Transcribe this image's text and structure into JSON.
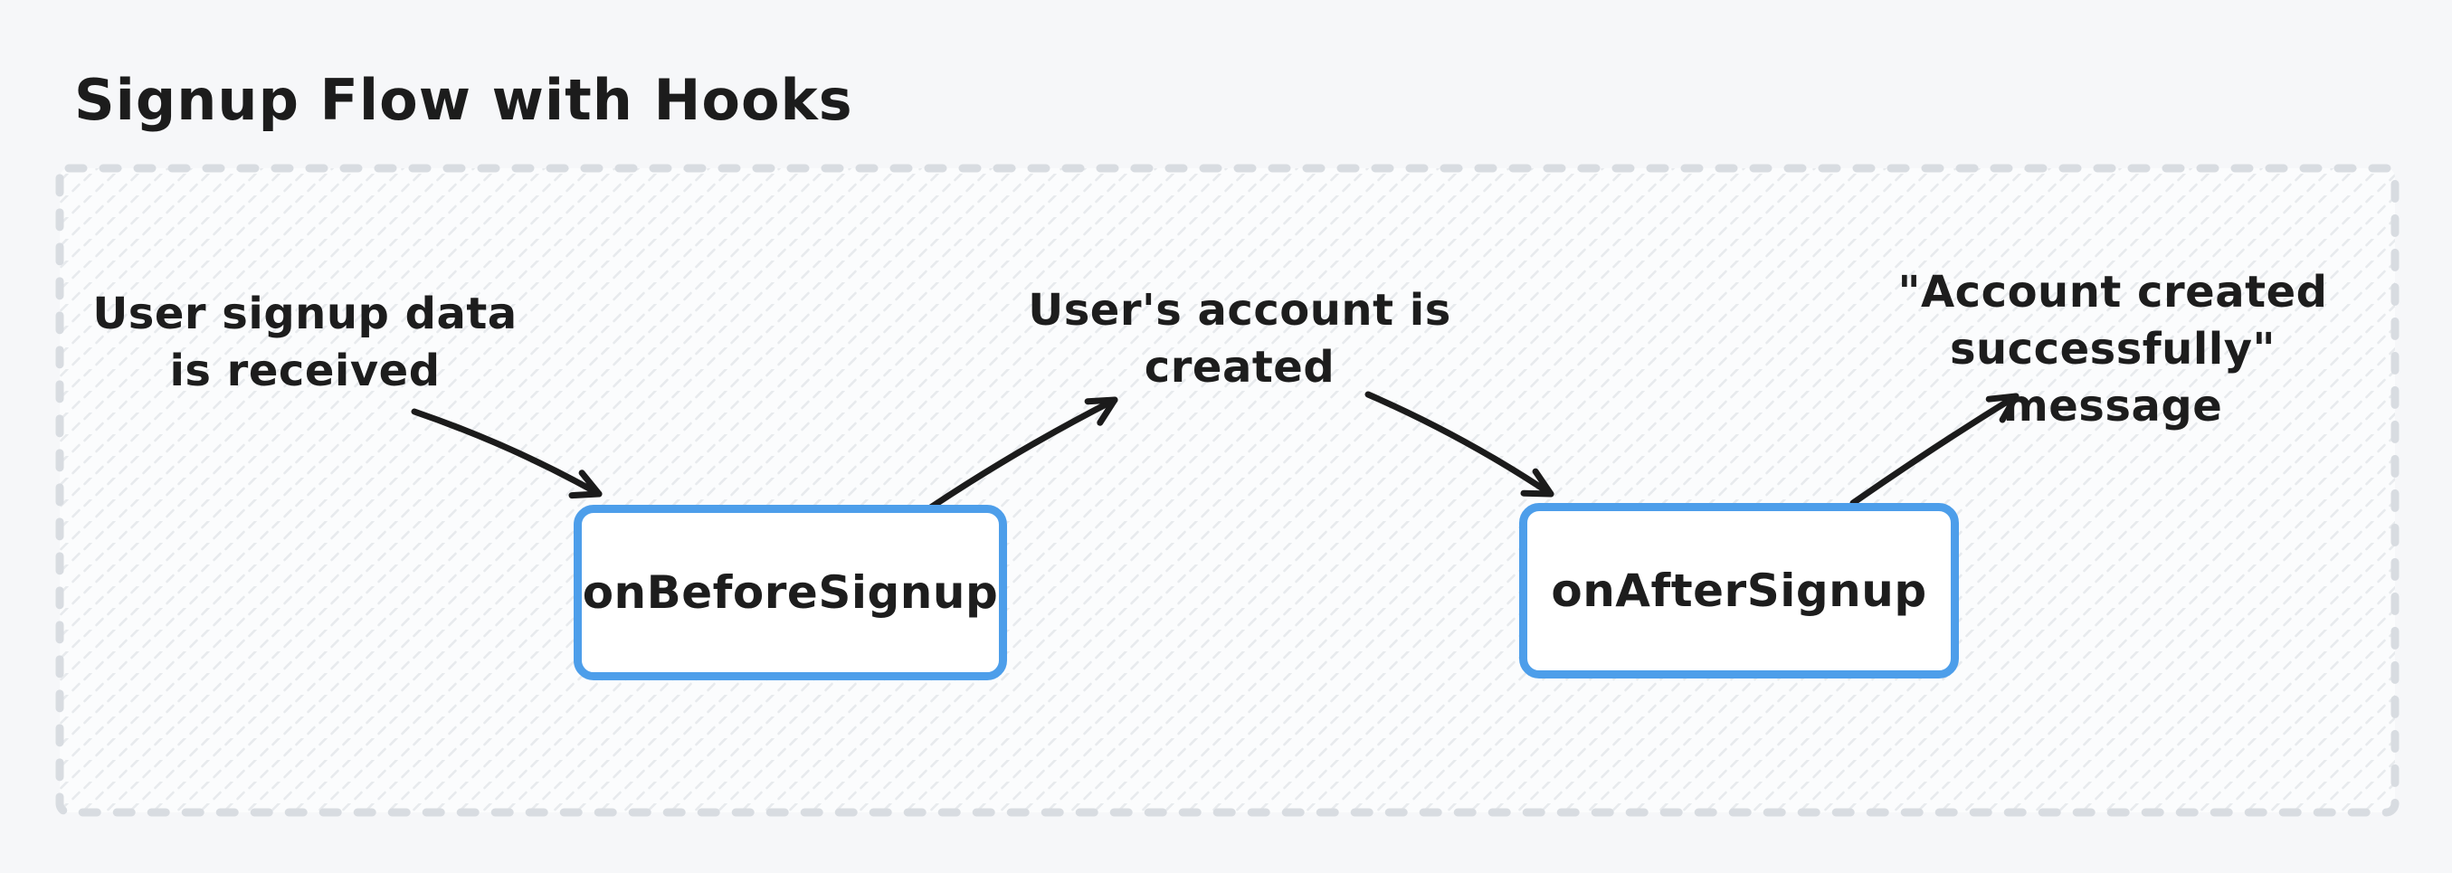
{
  "title": "Signup Flow with Hooks",
  "nodes": {
    "before": {
      "label": "onBeforeSignup"
    },
    "after": {
      "label": "onAfterSignup"
    }
  },
  "annotations": {
    "input": {
      "text": "User signup data\nis received"
    },
    "created": {
      "text": "User's account is\ncreated"
    },
    "message": {
      "text": "\"Account created\nsuccessfully\" message"
    }
  },
  "edges": [
    {
      "from": "user-signup-data-received",
      "to": "onBeforeSignup"
    },
    {
      "from": "onBeforeSignup",
      "to": "users-account-created"
    },
    {
      "from": "users-account-created",
      "to": "onAfterSignup"
    },
    {
      "from": "onAfterSignup",
      "to": "account-created-message"
    }
  ],
  "colors": {
    "page_background": "#f6f7f9",
    "canvas_fill": "#fbfcfd",
    "canvas_hatch": "#e7eaed",
    "canvas_dashed_border": "#d8dce1",
    "node_border_blue": "#4d9eea",
    "node_fill": "#ffffff",
    "ink_text": "#1d1d1d",
    "arrow": "#1b1b1b"
  }
}
